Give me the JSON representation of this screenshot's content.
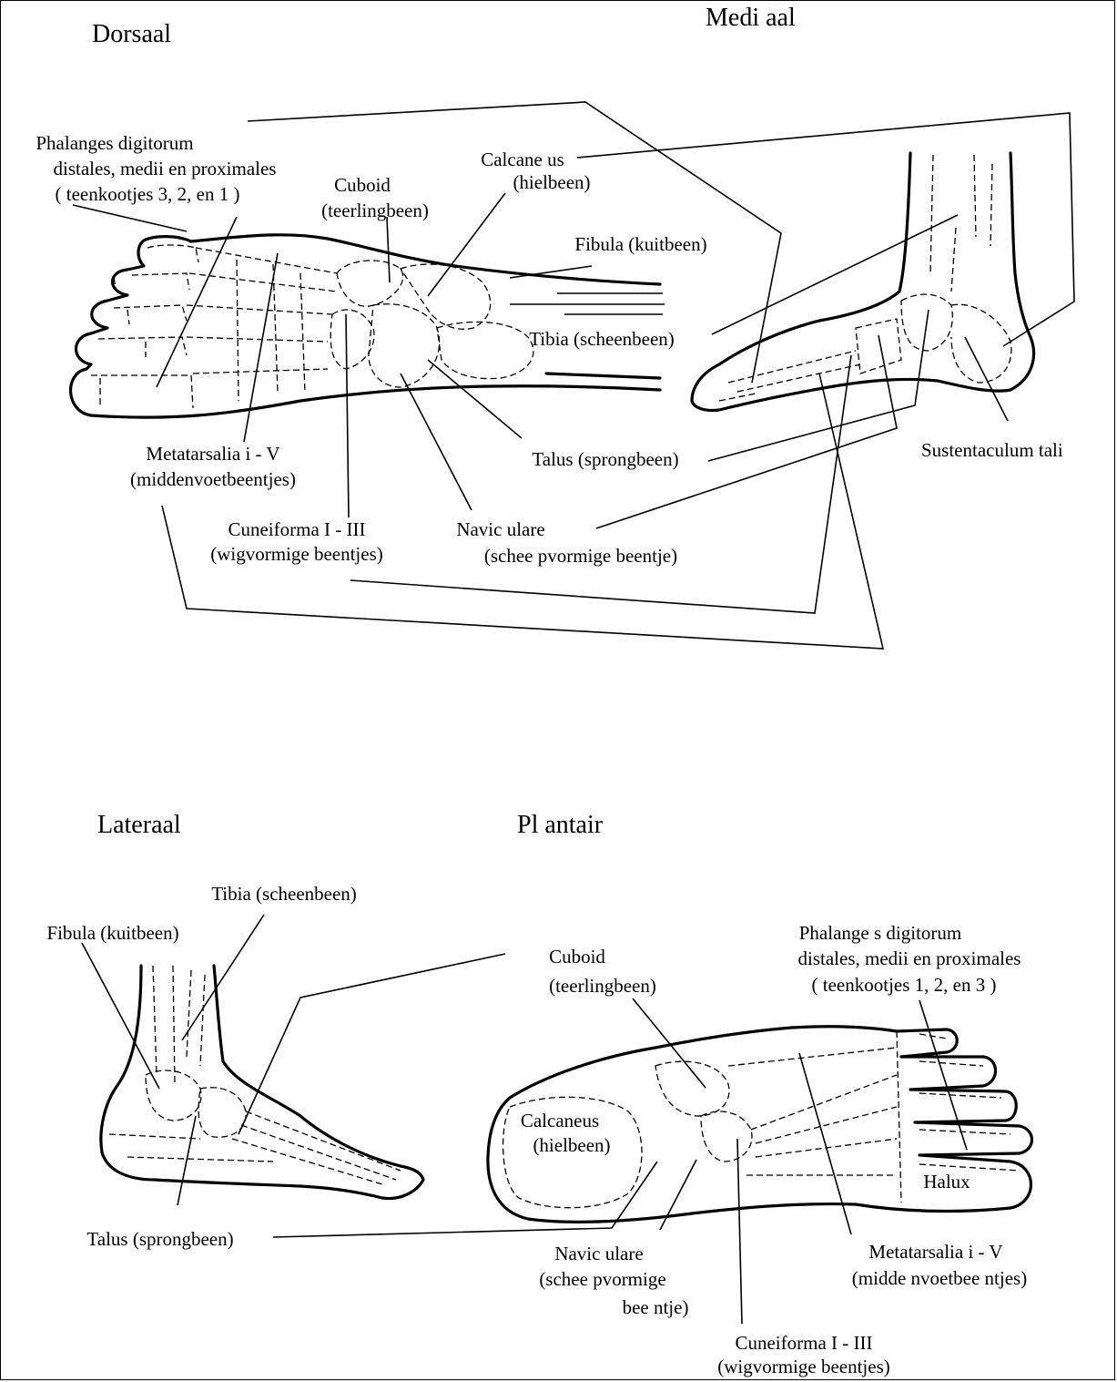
{
  "titles": {
    "dorsal": "Dorsaal",
    "medial": "Medi aal",
    "lateral": "Lateraal",
    "plantar": "Pl antair"
  },
  "dorsal_labels": {
    "phalanges_1": "Phalanges digitorum",
    "phalanges_2": "distales, medii en proximales",
    "phalanges_3": "( teenkootjes 3, 2, en 1 )",
    "cuboid_1": "Cuboid",
    "cuboid_2": "(teerlingbeen)",
    "calcaneus_1": "Calcane us",
    "calcaneus_2": "(hielbeen)",
    "fibula": "Fibula (kuitbeen)",
    "tibia": "Tibia (scheenbeen)",
    "metatarsalia_1": "Metatarsalia i - V",
    "metatarsalia_2": "(middenvoetbeentjes)",
    "talus": "Talus (sprongbeen)",
    "cuneiforma_1": "Cuneiforma I - III",
    "cuneiforma_2": "(wigvormige beentjes)",
    "naviculare_1": "Navic ulare",
    "naviculare_2": "(schee pvormige beentje)"
  },
  "medial_labels": {
    "sustentaculum": "Sustentaculum tali"
  },
  "lateral_labels": {
    "tibia": "Tibia (scheenbeen)",
    "fibula": "Fibula (kuitbeen)",
    "talus": "Talus (sprongbeen)"
  },
  "plantar_labels": {
    "cuboid_1": "Cuboid",
    "cuboid_2": "(teerlingbeen)",
    "phalanges_1": "Phalange s digitorum",
    "phalanges_2": "distales, medii en proximales",
    "phalanges_3": "( teenkootjes 1, 2, en 3 )",
    "calcaneus_1": "Calcaneus",
    "calcaneus_2": "(hielbeen)",
    "hallux": "Halux",
    "naviculare_1": "Navic ulare",
    "naviculare_2": "(schee pvormige",
    "naviculare_3": "bee ntje)",
    "metatarsalia_1": "Metatarsalia i - V",
    "metatarsalia_2": "(midde nvoetbee ntjes)",
    "cuneiforma_1": "Cuneiforma I - III",
    "cuneiforma_2": "(wigvormige beentjes)"
  }
}
